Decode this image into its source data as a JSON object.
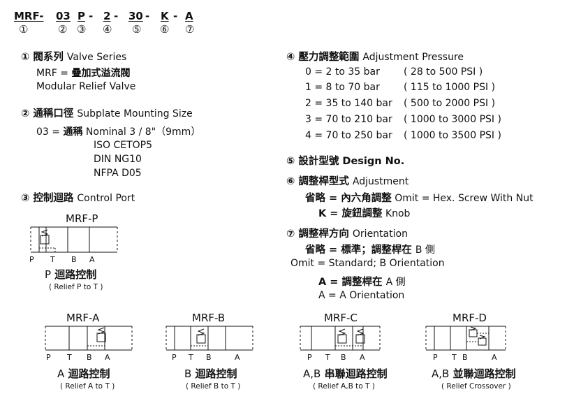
{
  "code_row": {
    "segments": [
      "MRF-",
      "03",
      "P",
      "2",
      "30",
      "K",
      "A"
    ],
    "dashes": [
      "-",
      "-",
      "-",
      "-",
      "-"
    ],
    "numbers": [
      "①",
      "②",
      "③",
      "④",
      "⑤",
      "⑥",
      "⑦"
    ]
  },
  "s1": {
    "num": "①",
    "title_zh": "閥系列",
    "title_en": "Valve Series",
    "line1_a": "MRF = ",
    "line1_b": "疊加式溢流閥",
    "line2": "Modular Relief Valve"
  },
  "s2": {
    "num": "②",
    "title_zh": "通稱口徑",
    "title_en": "Subplate Mounting Size",
    "code": "03 = ",
    "code_zh": "通稱",
    "nominal": "Nominal 3 / 8\"（9mm）",
    "std1": "ISO CETOP5",
    "std2": "DIN NG10",
    "std3": "NFPA D05"
  },
  "s3": {
    "num": "③",
    "title_zh": "控制迴路",
    "title_en": "Control Port"
  },
  "s4": {
    "num": "④",
    "title_zh": "壓力調整範圍",
    "title_en": "Adjustment Pressure",
    "rows": [
      {
        "bar": "0 = 2 to 35 bar",
        "psi": "( 28 to 500 PSI )"
      },
      {
        "bar": "1 = 8 to 70 bar",
        "psi": "( 115 to 1000 PSI )"
      },
      {
        "bar": "2 = 35 to 140 bar",
        "psi": "( 500 to 2000 PSI )"
      },
      {
        "bar": "3 = 70 to 210 bar",
        "psi": "( 1000 to 3000 PSI )"
      },
      {
        "bar": "4 = 70 to 250 bar",
        "psi": "( 1000 to 3500 PSI )"
      }
    ]
  },
  "s5": {
    "num": "⑤",
    "title_zh": "設計型號",
    "title_en": "Design No."
  },
  "s6": {
    "num": "⑥",
    "title_zh": "調整桿型式",
    "title_en": "Adjustment",
    "l1_zh": "省略 = 內六角調整",
    "l1_en": "Omit = Hex. Screw With Nut",
    "l2_zh": "K = 旋鈕調整",
    "l2_en": "Knob"
  },
  "s7": {
    "num": "⑦",
    "title_zh": "調整桿方向",
    "title_en": "Orientation",
    "l1": "省略 = 標準；調整桿在",
    "l1_b": "B 側",
    "l2": "Omit = Standard; B Orientation",
    "l3": "A = 調整桿在",
    "l3_b": "A 側",
    "l4": "A = A Orientation"
  },
  "diagrams": [
    {
      "label": "MRF-P",
      "cap_a": "P",
      "cap_b": "迴路控制",
      "sub": "( Relief P to T )"
    },
    {
      "label": "MRF-A",
      "cap_a": "A",
      "cap_b": "迴路控制",
      "sub": "( Relief A to T )"
    },
    {
      "label": "MRF-B",
      "cap_a": "B",
      "cap_b": "迴路控制",
      "sub": "( Relief B to T )"
    },
    {
      "label": "MRF-C",
      "cap_a": "A,B",
      "cap_b": "串聯迴路控制",
      "sub": "( Relief A,B to T )"
    },
    {
      "label": "MRF-D",
      "cap_a": "A,B",
      "cap_b": "並聯迴路控制",
      "sub": "( Relief Crossover )"
    }
  ],
  "ports": [
    "P",
    "T",
    "B",
    "A"
  ]
}
